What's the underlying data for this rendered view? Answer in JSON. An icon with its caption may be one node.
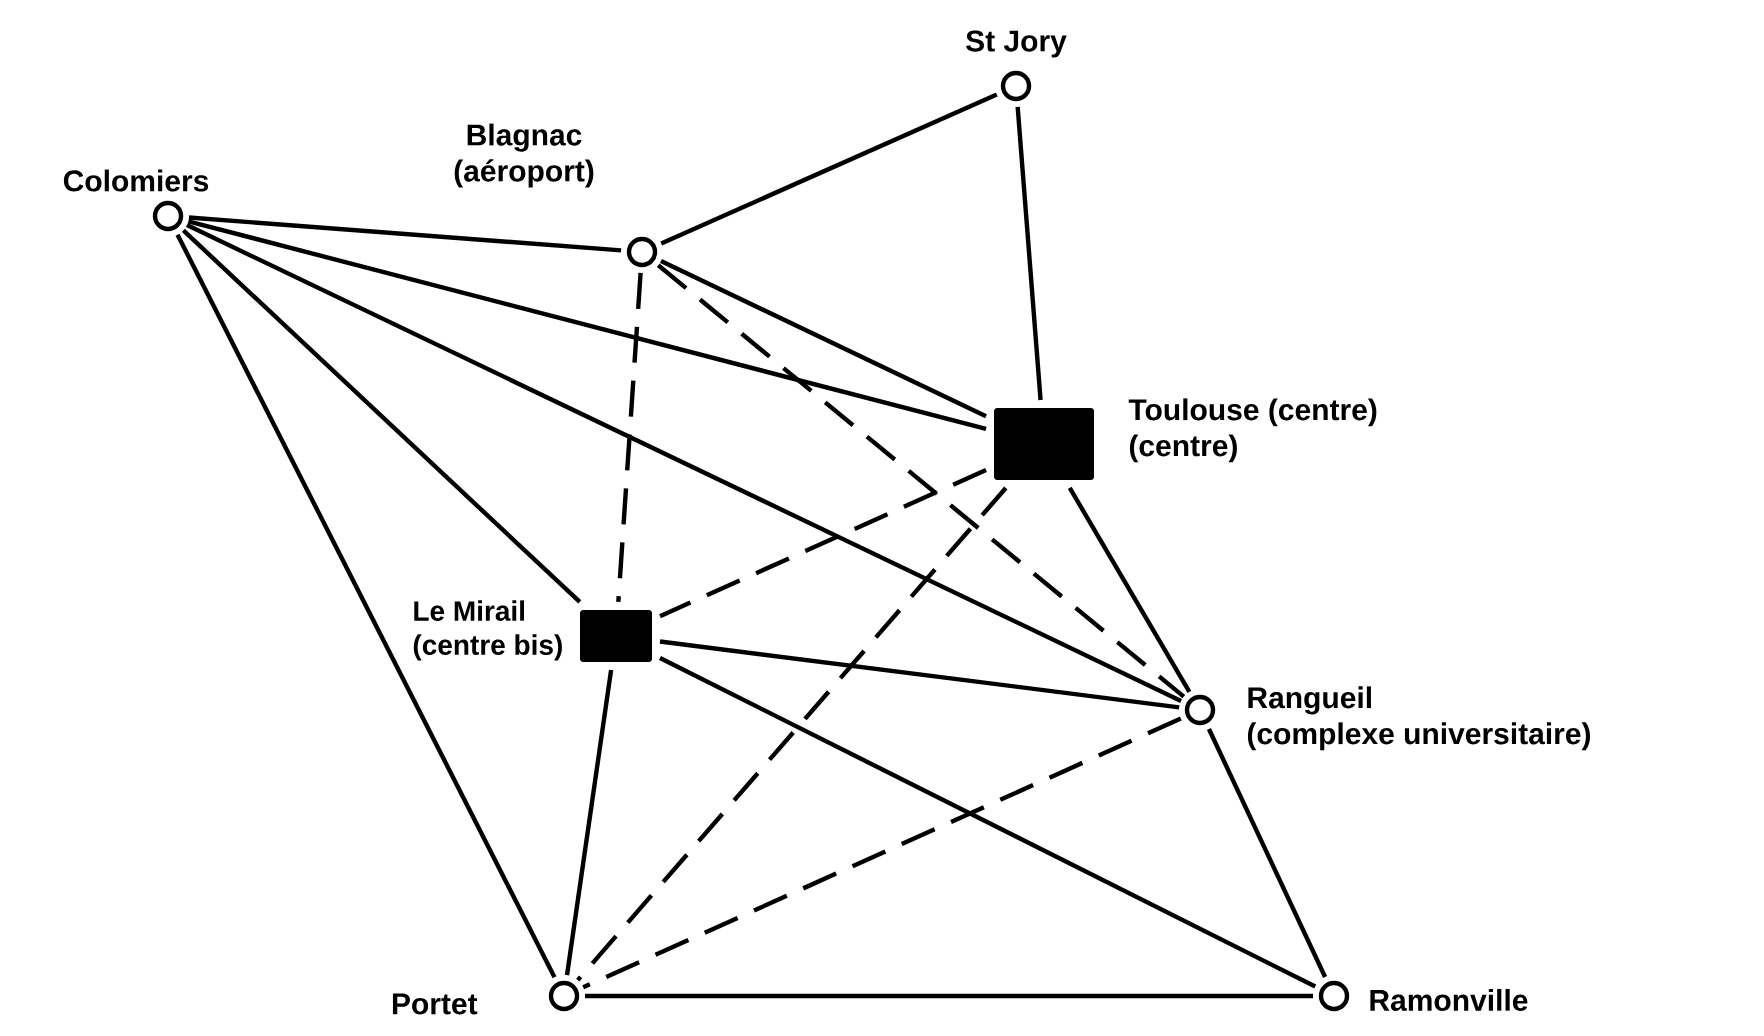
{
  "diagram": {
    "nodes": [
      {
        "text": [
          "St Jory"
        ]
      },
      {
        "text": [
          "Colomiers"
        ]
      },
      {
        "text": [
          "Blagnac (aéroport)"
        ]
      },
      {
        "text": [
          "Toulouse (centre) (centre)"
        ]
      },
      {
        "text": [
          "Le Mirail (centre bis)"
        ]
      },
      {
        "text": [
          "Rangueil (complexe universitaire)"
        ]
      },
      {
        "text": [
          "Portet"
        ]
      },
      {
        "text": [
          "Ramonville"
        ]
      }
    ],
    "edges": [
      {
        "from": 1,
        "to": 2,
        "arrow": "none"
      },
      {
        "from": 1,
        "to": 3,
        "arrow": "none"
      },
      {
        "from": 1,
        "to": 5,
        "arrow": "none"
      },
      {
        "from": 1,
        "to": 4,
        "arrow": "none"
      },
      {
        "from": 1,
        "to": 6,
        "arrow": "none"
      },
      {
        "from": 2,
        "to": 0,
        "arrow": "none"
      },
      {
        "from": 2,
        "to": 3,
        "arrow": "none"
      },
      {
        "from": 2,
        "to": 5,
        "arrow": "none",
        "style": "dashed"
      },
      {
        "from": 2,
        "to": 4,
        "arrow": "none",
        "style": "dashed"
      },
      {
        "from": 0,
        "to": 3,
        "arrow": "none"
      },
      {
        "from": 3,
        "to": 4,
        "arrow": "none",
        "style": "dashed"
      },
      {
        "from": 3,
        "to": 6,
        "arrow": "none",
        "style": "dashed"
      },
      {
        "from": 3,
        "to": 5,
        "arrow": "none"
      },
      {
        "from": 4,
        "to": 5,
        "arrow": "none"
      },
      {
        "from": 4,
        "to": 7,
        "arrow": "none"
      },
      {
        "from": 4,
        "to": 6,
        "arrow": "none"
      },
      {
        "from": 5,
        "to": 6,
        "arrow": "none",
        "style": "dashed"
      },
      {
        "from": 5,
        "to": 7,
        "arrow": "none"
      },
      {
        "from": 6,
        "to": 7,
        "arrow": "none"
      }
    ]
  }
}
